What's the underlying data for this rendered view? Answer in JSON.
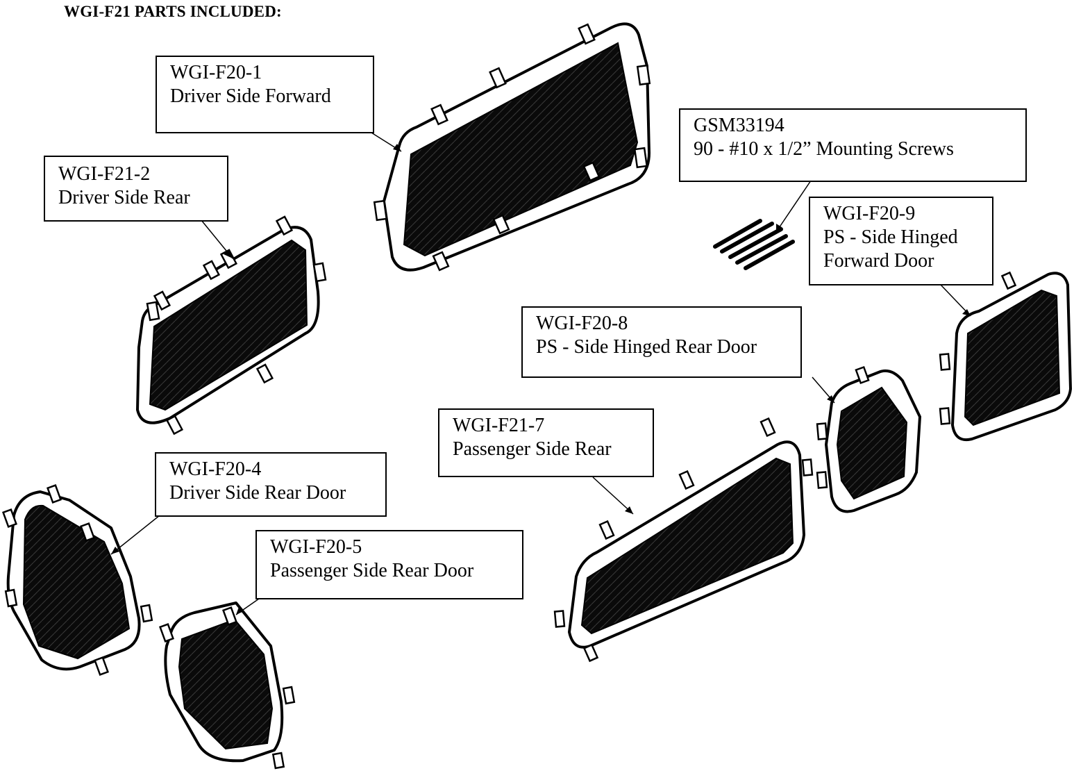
{
  "heading": "WGI-F21 PARTS INCLUDED:",
  "parts": [
    {
      "part_no": "WGI-F20-1",
      "description": [
        "Driver Side Forward"
      ]
    },
    {
      "part_no": "WGI-F21-2",
      "description": [
        "Driver Side Rear"
      ]
    },
    {
      "part_no": "WGI-F20-4",
      "description": [
        "Driver Side Rear Door"
      ]
    },
    {
      "part_no": "WGI-F20-5",
      "description": [
        "Passenger Side Rear Door"
      ]
    },
    {
      "part_no": "GSM33194",
      "description": [
        "90 - #10 x 1/2” Mounting Screws"
      ]
    },
    {
      "part_no": "WGI-F20-9",
      "description": [
        "PS - Side Hinged",
        "Forward Door"
      ]
    },
    {
      "part_no": "WGI-F20-8",
      "description": [
        "PS - Side Hinged Rear Door"
      ]
    },
    {
      "part_no": "WGI-F21-7",
      "description": [
        "Passenger Side Rear"
      ]
    }
  ],
  "colors": {
    "line": "#000000",
    "screen": "#0a0a0a",
    "background": "#ffffff"
  }
}
